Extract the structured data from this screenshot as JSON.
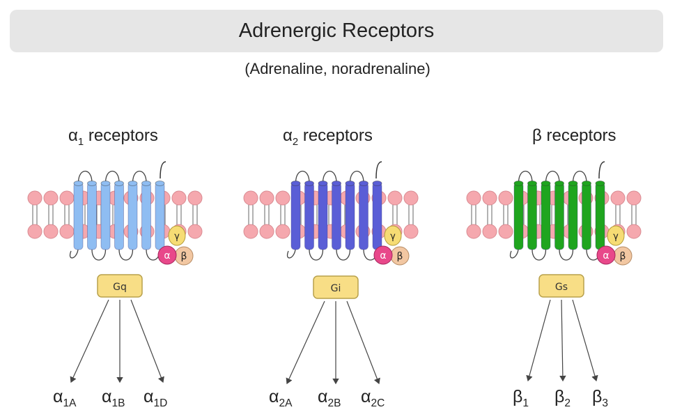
{
  "title": "Adrenergic Receptors",
  "subtitle": "(Adrenaline, noradrenaline)",
  "colors": {
    "alpha1_helix": "#8fbdf2",
    "alpha2_helix": "#5a5ed6",
    "beta_helix": "#1fa51f",
    "lipid_head": "#f5a8ae",
    "g_protein_box": "#f8de86",
    "subunit_alpha": "#e8488a",
    "subunit_beta": "#f2c7a2",
    "subunit_gamma": "#f6dc74"
  },
  "receptors": [
    {
      "symbol": "α",
      "subscript": "1",
      "label": "receptors",
      "g_protein": "Gq",
      "subtypes": [
        {
          "symbol": "α",
          "subscript": "1A"
        },
        {
          "symbol": "α",
          "subscript": "1B"
        },
        {
          "symbol": "α",
          "subscript": "1D"
        }
      ]
    },
    {
      "symbol": "α",
      "subscript": "2",
      "label": "receptors",
      "g_protein": "Gi",
      "subtypes": [
        {
          "symbol": "α",
          "subscript": "2A"
        },
        {
          "symbol": "α",
          "subscript": "2B"
        },
        {
          "symbol": "α",
          "subscript": "2C"
        }
      ]
    },
    {
      "symbol": "β",
      "subscript": "",
      "label": "receptors",
      "g_protein": "Gs",
      "subtypes": [
        {
          "symbol": "β",
          "subscript": "1"
        },
        {
          "symbol": "β",
          "subscript": "2"
        },
        {
          "symbol": "β",
          "subscript": "3"
        }
      ]
    }
  ],
  "g_protein_subunits": {
    "alpha": "α",
    "beta": "β",
    "gamma": "γ"
  }
}
